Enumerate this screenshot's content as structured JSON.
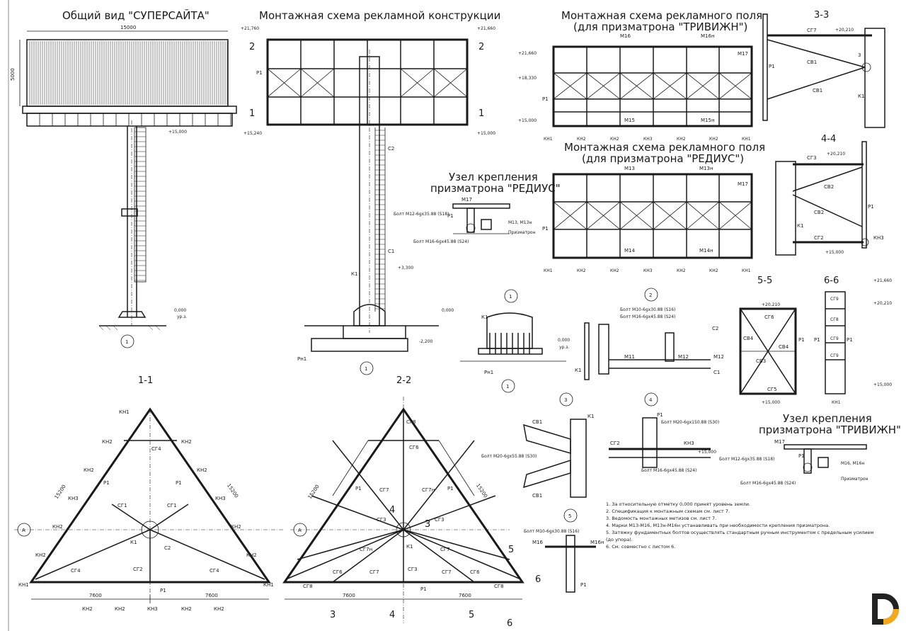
{
  "views": {
    "overview_title": "Общий вид \"СУПЕРСАЙТА\"",
    "mount_title": "Монтажная схема рекламной конструкции",
    "field_trivision_title_1": "Монтажная схема рекламного поля",
    "field_trivision_title_2": "(для призматрона \"ТРИВИЖН\")",
    "field_radius_title_1": "Монтажная схема рекламного поля",
    "field_radius_title_2": "(для призматрона \"РЕДИУС\")",
    "node_radius_title_1": "Узел крепления",
    "node_radius_title_2": "призматрона \"РЕДИУС\"",
    "node_trivision_title_1": "Узел крепления",
    "node_trivision_title_2": "призматрона \"ТРИВИЖН\""
  },
  "sections": {
    "s33": "3-3",
    "s44": "4-4",
    "s55": "5-5",
    "s66": "6-6",
    "s11": "1-1",
    "s22": "2-2"
  },
  "levels": {
    "l21760": "+21,760",
    "l21660": "+21,660",
    "l15240": "+15,240",
    "l15000": "+15,000",
    "l18330": "+18,330",
    "l20210": "+20,210",
    "l3300": "+3,300",
    "l0": "0,000",
    "lm2200": "-2,200",
    "ur": "ур.з."
  },
  "dims": {
    "d15000": "15000",
    "d5000": "5000",
    "d15200": "15200",
    "d7600": "7600"
  },
  "marks": {
    "P1": "Р1",
    "K1": "К1",
    "C1": "С1",
    "C2": "С2",
    "Pn1": "Рн1",
    "KH1": "КН1",
    "KH2": "КН2",
    "KH3": "КН3",
    "SG1": "СГ1",
    "SG2": "СГ2",
    "SG3": "СГ3",
    "SG4": "СГ4",
    "SG5": "СГ5",
    "SG6": "СГ6",
    "SG7": "СГ7",
    "SG7n": "СГ7н",
    "SG8": "СГ8",
    "SG9": "СГ9",
    "SV1": "СВ1",
    "SV2": "СВ2",
    "SV3": "СВ3",
    "SV4": "СВ4",
    "M11": "М11",
    "M12": "М12",
    "M13": "М13",
    "M13n": "М13н",
    "M15": "М15",
    "M15n": "М15н",
    "M16": "М16",
    "M16n": "М16н",
    "M17": "М17",
    "M14": "М14",
    "M14n": "М14н",
    "M13M13n": "М13, М13н",
    "M16M16n": "М16, М16н",
    "prism": "Призматрон"
  },
  "bolts": {
    "b1": "Болт М12-6gх35.88 (S18)",
    "b2": "Болт М16-6gх45.88 (S24)",
    "b3": "Болт М10-6gх30.88 (S16)",
    "b4": "Болт М20-6gх55.88 (S30)",
    "b5": "Болт М20-6gх150.88 (S30)"
  },
  "callouts": {
    "n1": "1",
    "n2": "2",
    "n3": "3",
    "n4": "4",
    "n5": "5",
    "n6": "6",
    "A": "А"
  },
  "notes": [
    "1.  За относительную отметку 0,000 принят уровень земли.",
    "2.  Спецификация к монтажным схемам см. лист 7.",
    "3.  Ведомость монтажных метизов см. лист 7.",
    "4.  Марки М13-М16, М13н-М16н устанавливать при необходимости крепления призматрона.",
    "5.  Затяжку фундаментных болтов осуществлять стандартным ручным инструментом с предельным усилием",
    "     (до упора).",
    "6.  См. совместно с листом 6."
  ],
  "colors": {
    "ink": "#1a1a1a",
    "logo_dark": "#222222",
    "logo_accent": "#f5a81c"
  }
}
